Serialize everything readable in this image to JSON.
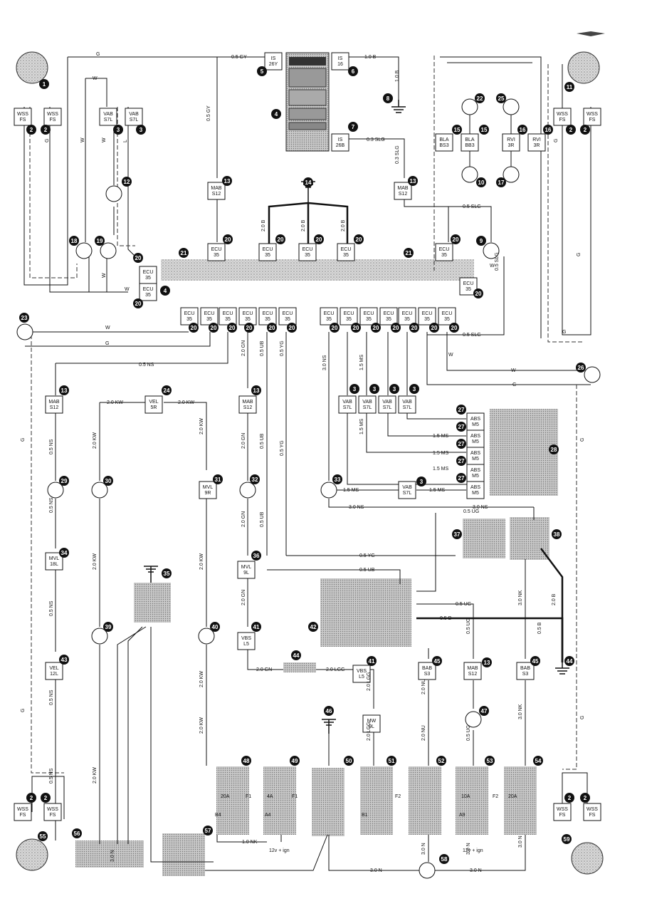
{
  "wires": [
    {
      "key": "w1",
      "text": "0.5 GY"
    },
    {
      "key": "w2",
      "text": "1.0 B"
    },
    {
      "key": "w3",
      "text": "0.3 SLG"
    },
    {
      "key": "w4",
      "text": "0.5 SLG"
    },
    {
      "key": "w5",
      "text": "0.5 NS"
    },
    {
      "key": "w6",
      "text": "2.0 KW"
    },
    {
      "key": "w7",
      "text": "2.0 GN"
    },
    {
      "key": "w8",
      "text": "2.0 LGG"
    },
    {
      "key": "w9",
      "text": "3.0 NS"
    },
    {
      "key": "w10",
      "text": "1.5 MS"
    },
    {
      "key": "w11",
      "text": "0.5 UG"
    },
    {
      "key": "w12",
      "text": "0.5 B"
    },
    {
      "key": "w13",
      "text": "2.0 NU"
    },
    {
      "key": "w14",
      "text": "3.0 NK"
    },
    {
      "key": "w15",
      "text": "3.0 N"
    },
    {
      "key": "w16",
      "text": "1.0 NK"
    },
    {
      "key": "w17",
      "text": "0.5 YG"
    },
    {
      "key": "w18",
      "text": "0.5 UB"
    },
    {
      "key": "w19",
      "text": "2.0 B"
    },
    {
      "key": "w20",
      "text": "W"
    },
    {
      "key": "w21",
      "text": "G"
    },
    {
      "key": "w22",
      "text": "L"
    }
  ],
  "connectors": {
    "wss_fs": "WSS\nFS",
    "vab_s7l": "VAB\nS7L",
    "is_26y": "IS\n26Y",
    "is_16": "IS\n16",
    "is_26b": "IS\n26B",
    "mab_s12": "MAB\nS12",
    "ecu_35": "ECU\n35",
    "bla_bs3": "BLA\nBS3",
    "bla_bb3": "BLA\nBB3",
    "rvi_3r": "RVI\n3R",
    "vel_5r": "VEL\n5R",
    "mvl_9r": "MVL\n9R",
    "mvl_18l": "MVL\n18L",
    "mvl_9l": "MVL\n9L",
    "vel_12l": "VEL\n12L",
    "vbs_l5": "VBS\nL5",
    "mw_9l": "MW\n9L",
    "bab_s3": "BAB\nS3",
    "abs_m5": "ABS\nM5"
  },
  "fuse_labels": [
    "20A",
    "4A",
    "F1",
    "F1",
    "F2",
    "10A",
    "F2",
    "20A",
    "B4",
    "A4",
    "B1",
    "A9",
    "12v + ign",
    "12v + ign"
  ],
  "callouts": [
    "1",
    "2",
    "3",
    "4",
    "5",
    "6",
    "7",
    "8",
    "9",
    "10",
    "11",
    "12",
    "13",
    "14",
    "15",
    "16",
    "17",
    "18",
    "19",
    "20",
    "21",
    "22",
    "23",
    "24",
    "25",
    "26",
    "27",
    "28",
    "29",
    "30",
    "31",
    "32",
    "33",
    "34",
    "35",
    "36",
    "37",
    "38",
    "39",
    "40",
    "41",
    "42",
    "43",
    "44",
    "45",
    "46",
    "47",
    "48",
    "49",
    "50",
    "51",
    "52",
    "53",
    "54",
    "55",
    "56",
    "57",
    "58",
    "59"
  ]
}
